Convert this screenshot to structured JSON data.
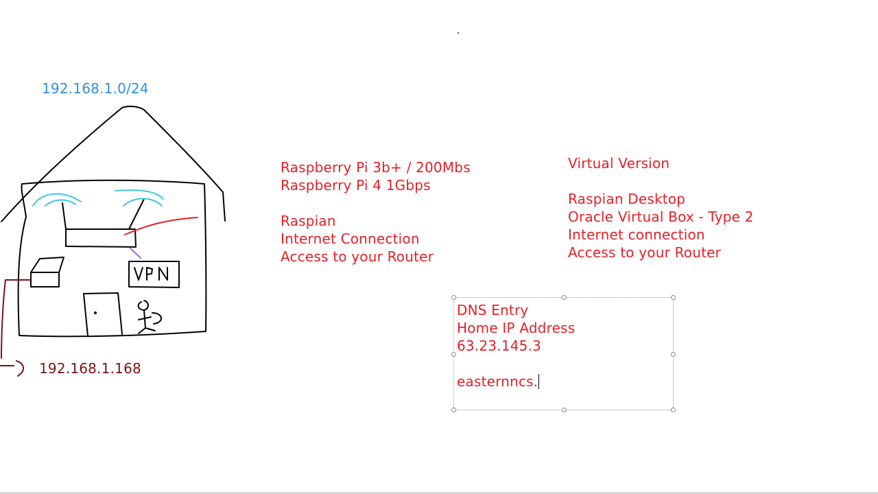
{
  "network_label": "192.168.1.0/24",
  "device_ip": "192.168.1.168",
  "vpn_label": "VPN",
  "hardware_notes": {
    "lines": [
      "Raspberry Pi 3b+ / 200Mbs",
      "Raspberry Pi 4 1Gbps",
      "",
      "Raspian",
      "Internet Connection",
      "Access to your Router"
    ]
  },
  "virtual_notes": {
    "lines": [
      "Virtual Version",
      "",
      "Raspian Desktop",
      "Oracle Virtual Box - Type 2",
      "Internet connection",
      "Access to your Router"
    ]
  },
  "dns_box": {
    "lines": [
      "DNS Entry",
      "Home IP Address",
      "63.23.145.3",
      ""
    ],
    "editing_text": "easternncs."
  },
  "colors": {
    "red_ink": "#e81e25",
    "blue_ink": "#2f8ee0",
    "maroon_ink": "#7a1212",
    "cyan_ink": "#3cc8e0",
    "purple_ink": "#9b6fd6"
  }
}
